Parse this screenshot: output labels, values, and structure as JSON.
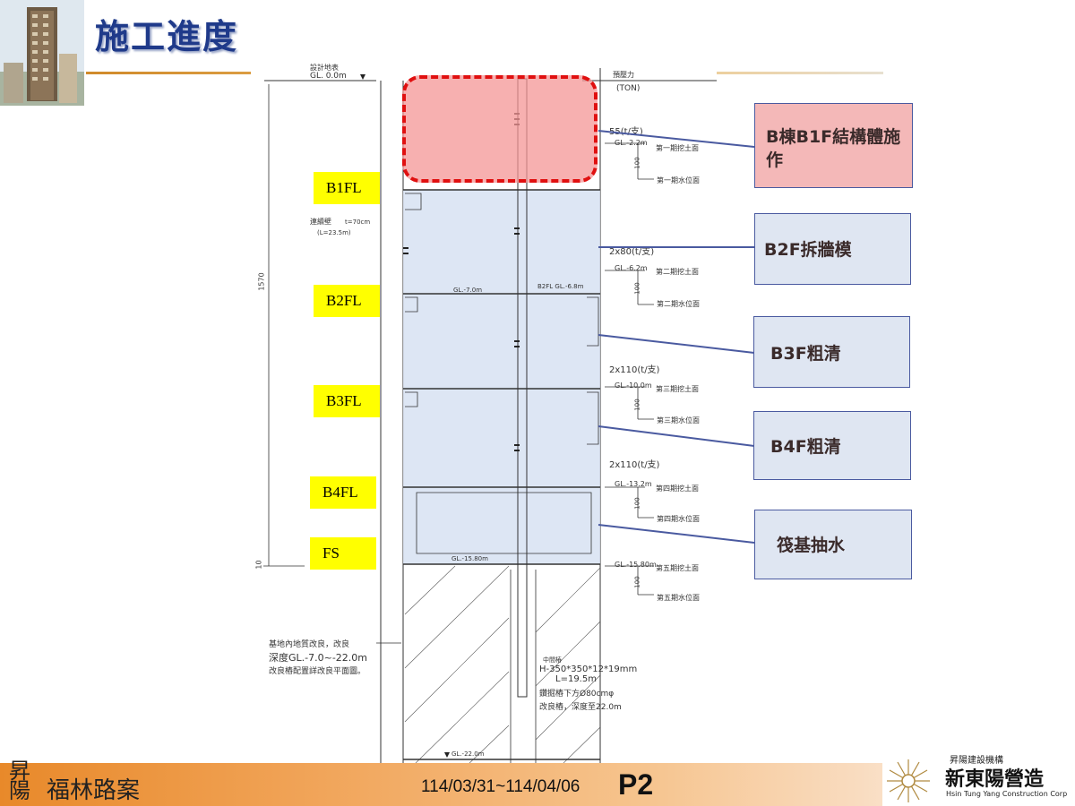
{
  "title": "施工進度",
  "drawing": {
    "top_label": "設計地表",
    "top_level": "GL. 0.0m",
    "top_right_label": "預壓力",
    "top_right_unit": "(TON)",
    "diaphragm_wall": "連續壁",
    "diaphragm_t": "t=70cm",
    "diaphragm_l": "(L=23.5m)",
    "dim_1570": "1570",
    "dim_10": "10",
    "preload_1": "55(t/支)",
    "preload_2": "2x80(t/支)",
    "preload_3": "2x110(t/支)",
    "preload_4": "2x110(t/支)",
    "gl_1": "GL.-2.2m",
    "gl_2": "GL.-6.2m",
    "gl_3": "GL.-10.0m",
    "gl_4": "GL.-13.2m",
    "gl_5": "GL.-15.80m",
    "gl_5_left": "GL.-15.80m",
    "gl_b2": "GL.-7.0m",
    "b2fl_gl": "B2FL  GL.-6.8m",
    "gl_bottom": "GL.-22.0m",
    "stage_1_dig": "第一期挖土面",
    "stage_1_water": "第一期水位面",
    "stage_2_dig": "第二期挖土面",
    "stage_2_water": "第二期水位面",
    "stage_3_dig": "第三期挖土面",
    "stage_3_water": "第三期水位面",
    "stage_4_dig": "第四期挖土面",
    "stage_4_water": "第四期水位面",
    "stage_5_dig": "第五期挖土面",
    "stage_5_water": "第五期水位面",
    "dim_100": "100",
    "improve_1": "基地內地質改良，改良",
    "improve_2": "深度GL.-7.0~-22.0m",
    "improve_3": "改良樁配置詳改良平面圖。",
    "column_1": "中間樁",
    "column_2": "H-350*350*12*19mm",
    "column_3": "L=19.5m",
    "column_4": "鑽掘樁下方Ø80cmφ",
    "column_5": "改良樁，深度至22.0m"
  },
  "floors": [
    "B1FL",
    "B2FL",
    "B3FL",
    "B4FL",
    "FS"
  ],
  "callouts": [
    {
      "label": "B棟B1F結構體施作",
      "style": "pink"
    },
    {
      "label": "B2F拆牆模",
      "style": "blue"
    },
    {
      "label": "B3F粗清",
      "style": "blue"
    },
    {
      "label": "B4F粗清",
      "style": "blue"
    },
    {
      "label": "筏基抽水",
      "style": "blue"
    }
  ],
  "footer": {
    "project": "福林路案",
    "logo_brand": "昇陽",
    "date_range": "114/03/31~114/04/06",
    "page": "P2"
  },
  "company": {
    "sub": "昇陽建設機構",
    "name": "新東陽營造",
    "english": "Hsin Tung Yang Construction Corp"
  },
  "colors": {
    "title": "#1f3a8a",
    "highlight_pink": "#f4b8b8",
    "highlight_blue": "#dfe6f2",
    "floor_tag": "#ffff00",
    "dashed_red": "#e01010",
    "footer_orange": "#e8892a"
  }
}
